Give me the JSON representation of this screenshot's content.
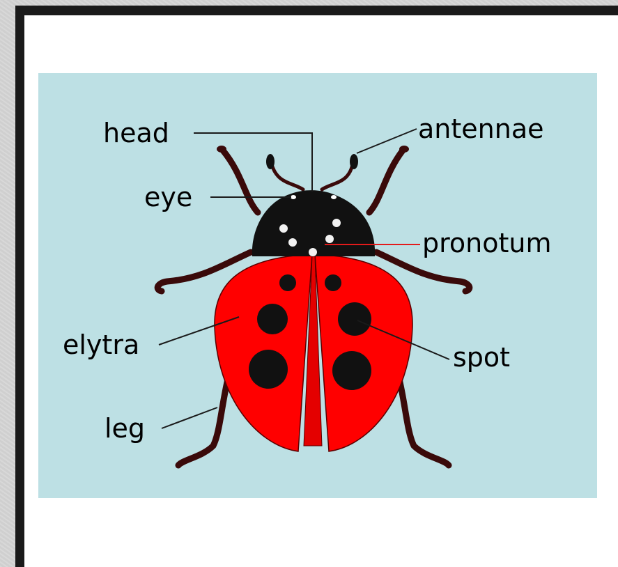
{
  "diagram": {
    "labels": {
      "head": "head",
      "eye": "eye",
      "antennae": "antennae",
      "pronotum": "pronotum",
      "elytra": "elytra",
      "spot": "spot",
      "leg": "leg"
    },
    "colors": {
      "background": "#bde0e4",
      "body_red": "#ff0000",
      "black": "#111111",
      "leg": "#3a0a0a",
      "pronotum_line": "#e21b1b",
      "dots": "#f2f2f2"
    }
  }
}
